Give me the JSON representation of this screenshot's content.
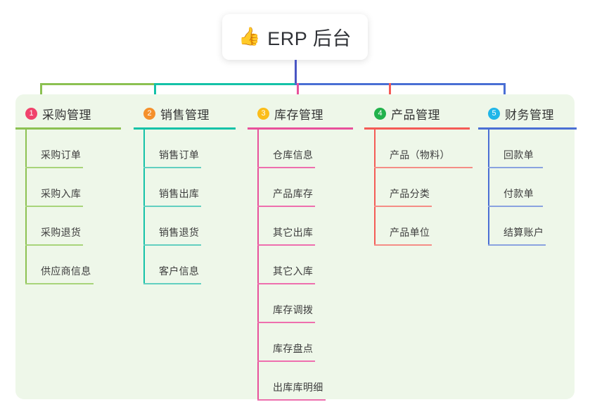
{
  "root": {
    "emoji": "👍",
    "emoji_name": "thumbs-up-icon",
    "title": "ERP 后台"
  },
  "board": {
    "background_color": "#eef7e9"
  },
  "columns": [
    {
      "number": "1",
      "title": "采购管理",
      "color": "#8cc152",
      "badge_color": "#f0436c",
      "leaf_color": "#a8d47a",
      "items": [
        "采购订单",
        "采购入库",
        "采购退货",
        "供应商信息"
      ]
    },
    {
      "number": "2",
      "title": "销售管理",
      "color": "#15c2a8",
      "badge_color": "#f5902b",
      "leaf_color": "#62cfc0",
      "items": [
        "销售订单",
        "销售出库",
        "销售退货",
        "客户信息"
      ]
    },
    {
      "number": "3",
      "title": "库存管理",
      "color": "#e8519b",
      "badge_color": "#fbbd1a",
      "leaf_color": "#ee6fae",
      "items": [
        "仓库信息",
        "产品库存",
        "其它出库",
        "其它入库",
        "库存调拨",
        "库存盘点",
        "出库库明细"
      ]
    },
    {
      "number": "4",
      "title": "产品管理",
      "color": "#f45b56",
      "badge_color": "#21b24b",
      "leaf_color": "#f58d86",
      "items": [
        "产品（物料）",
        "产品分类",
        "产品单位"
      ]
    },
    {
      "number": "5",
      "title": "财务管理",
      "color": "#4a6fd4",
      "badge_color": "#20b6e8",
      "leaf_color": "#8aa3e0",
      "items": [
        "回款单",
        "付款单",
        "结算账户"
      ]
    }
  ],
  "connectors": {
    "stem_color": "#4a56c4",
    "segments": [
      {
        "color": "#8cc152"
      },
      {
        "color": "#15c2a8"
      },
      {
        "color": "#4a6fd4"
      }
    ],
    "drops": [
      {
        "color": "#8cc152"
      },
      {
        "color": "#15c2a8"
      },
      {
        "color": "#e8519b"
      },
      {
        "color": "#f45b56"
      },
      {
        "color": "#4a6fd4"
      }
    ]
  }
}
